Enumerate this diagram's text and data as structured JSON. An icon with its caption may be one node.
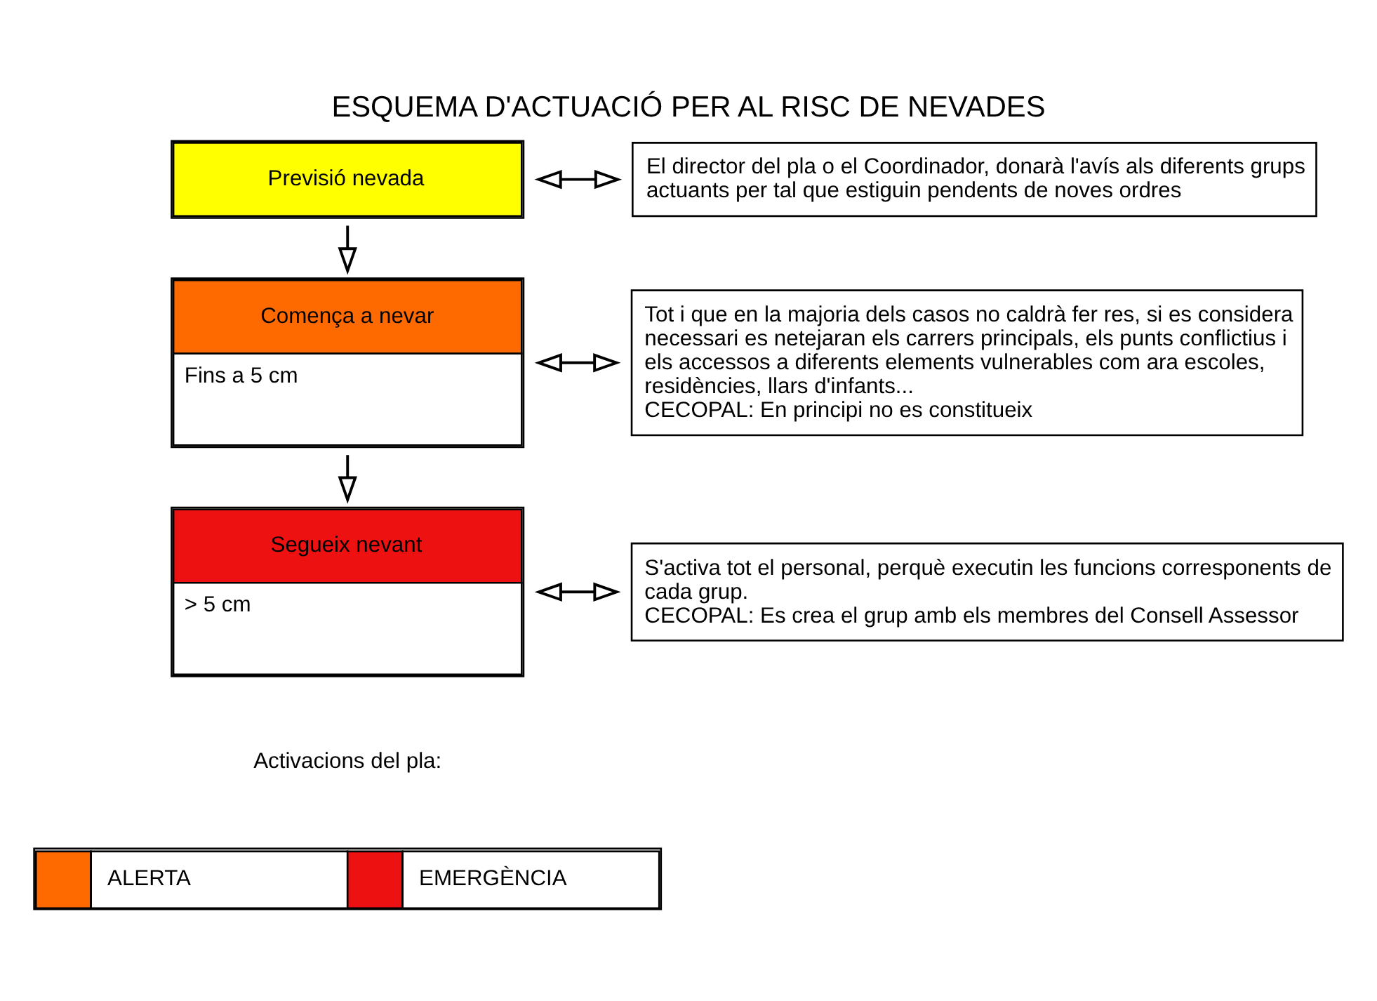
{
  "diagram": {
    "title": "ESQUEMA D'ACTUACIÓ PER AL RISC DE NEVADES",
    "nodes": [
      {
        "text": [
          "Previsió nevada"
        ]
      },
      {
        "text": [
          "El director del pla o el Coordinador, donarà l'avís als diferents grups actuants per tal que estiguin pendents de noves ordres"
        ]
      },
      {
        "text": [
          "Comença a nevar",
          "Fins a 5 cm"
        ]
      },
      {
        "text": [
          "Tot i que en la majoria dels casos no caldrà fer res, si es considera necessari es netejaran els carrers principals, els punts conflictius i els accessos a diferents elements vulnerables com ara escoles, residències, llars d'infants...",
          "CECOPAL: En principi no es constitueix"
        ]
      },
      {
        "text": [
          "Segueix nevant",
          "> 5 cm"
        ]
      },
      {
        "text": [
          "S'activa tot el personal, perquè executin les funcions corresponents de cada grup.",
          "CECOPAL: Es crea el grup amb els membres del Consell Assessor"
        ]
      }
    ],
    "edges": [
      {
        "from": 0,
        "to": 1,
        "arrow": "both"
      },
      {
        "from": 0,
        "to": 2,
        "arrow": "to"
      },
      {
        "from": 2,
        "to": 3,
        "arrow": "both"
      },
      {
        "from": 2,
        "to": 4,
        "arrow": "to"
      },
      {
        "from": 4,
        "to": 5,
        "arrow": "both"
      }
    ],
    "labels": [
      "Activacions del pla:"
    ],
    "legend": [
      {
        "text": "ALERTA",
        "color": "#ff6a00"
      },
      {
        "text": "EMERGÈNCIA",
        "color": "#ee1111"
      }
    ]
  }
}
